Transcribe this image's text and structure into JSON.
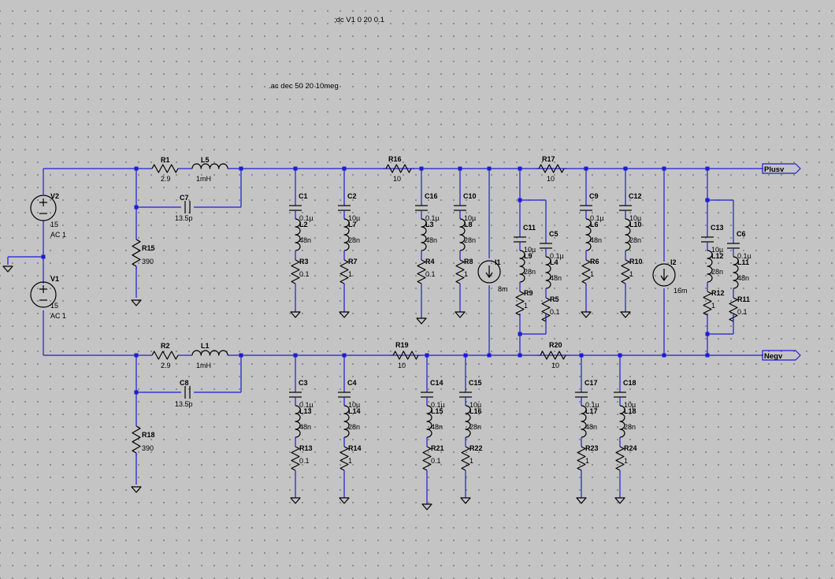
{
  "directives": {
    "dc_comment": ";dc V1 0 20 0.1",
    "ac": ".ac dec 50 20 10meg"
  },
  "net_labels": {
    "plus": "Plusv",
    "neg": "Negv"
  },
  "colors": {
    "background": "#c4c4c4",
    "grid_dot": "#7d7d7d",
    "wire": "#1c1cd6",
    "component": "#000000",
    "label_text": "#000000"
  },
  "sources": [
    {
      "name": "V2",
      "value": "15",
      "ac": "AC 1"
    },
    {
      "name": "V1",
      "value": "15",
      "ac": "AC 1"
    },
    {
      "name": "I1",
      "value": "8m"
    },
    {
      "name": "I2",
      "value": "16m"
    }
  ],
  "resistors": [
    {
      "name": "R1",
      "value": "2.9"
    },
    {
      "name": "R2",
      "value": "2.9"
    },
    {
      "name": "R15",
      "value": "390"
    },
    {
      "name": "R18",
      "value": "390"
    },
    {
      "name": "R16",
      "value": "10"
    },
    {
      "name": "R17",
      "value": "10"
    },
    {
      "name": "R19",
      "value": "10"
    },
    {
      "name": "R20",
      "value": "10"
    },
    {
      "name": "R3",
      "value": "0.1"
    },
    {
      "name": "R7",
      "value": "1"
    },
    {
      "name": "R4",
      "value": "0.1"
    },
    {
      "name": "R8",
      "value": "1"
    },
    {
      "name": "R9",
      "value": "1"
    },
    {
      "name": "R5",
      "value": "0.1"
    },
    {
      "name": "R6",
      "value": "1"
    },
    {
      "name": "R10",
      "value": "1"
    },
    {
      "name": "R12",
      "value": "1"
    },
    {
      "name": "R11",
      "value": "0.1"
    },
    {
      "name": "R13",
      "value": "0.1"
    },
    {
      "name": "R14",
      "value": "1"
    },
    {
      "name": "R21",
      "value": "0.1"
    },
    {
      "name": "R22",
      "value": "1"
    },
    {
      "name": "R23",
      "value": "1"
    },
    {
      "name": "R24",
      "value": "1"
    }
  ],
  "inductors": [
    {
      "name": "L5",
      "value": "1mH"
    },
    {
      "name": "L1",
      "value": "1mH"
    },
    {
      "name": "L2",
      "value": "48n"
    },
    {
      "name": "L7",
      "value": "28n"
    },
    {
      "name": "L3",
      "value": "48n"
    },
    {
      "name": "L8",
      "value": "28n"
    },
    {
      "name": "L9",
      "value": "28n"
    },
    {
      "name": "L4",
      "value": "48n"
    },
    {
      "name": "L6",
      "value": "48n"
    },
    {
      "name": "L10",
      "value": "28n"
    },
    {
      "name": "L12",
      "value": "28n"
    },
    {
      "name": "L11",
      "value": "48n"
    },
    {
      "name": "L13",
      "value": "48n"
    },
    {
      "name": "L14",
      "value": "28n"
    },
    {
      "name": "L15",
      "value": "48n"
    },
    {
      "name": "L16",
      "value": "28n"
    },
    {
      "name": "L17",
      "value": "48n"
    },
    {
      "name": "L18",
      "value": "28n"
    }
  ],
  "capacitors": [
    {
      "name": "C7",
      "value": "13.5p"
    },
    {
      "name": "C8",
      "value": "13.5p"
    },
    {
      "name": "C1",
      "value": "0.1µ"
    },
    {
      "name": "C2",
      "value": "10µ"
    },
    {
      "name": "C16",
      "value": "0.1µ"
    },
    {
      "name": "C10",
      "value": "10µ"
    },
    {
      "name": "C11",
      "value": "10µ"
    },
    {
      "name": "C5",
      "value": "0.1µ"
    },
    {
      "name": "C9",
      "value": "0.1µ"
    },
    {
      "name": "C12",
      "value": "10µ"
    },
    {
      "name": "C13",
      "value": "10µ"
    },
    {
      "name": "C6",
      "value": "0.1µ"
    },
    {
      "name": "C3",
      "value": "0.1µ"
    },
    {
      "name": "C4",
      "value": "10µ"
    },
    {
      "name": "C14",
      "value": "0.1µ"
    },
    {
      "name": "C15",
      "value": "10µ"
    },
    {
      "name": "C17",
      "value": "0.1µ"
    },
    {
      "name": "C18",
      "value": "10µ"
    }
  ]
}
